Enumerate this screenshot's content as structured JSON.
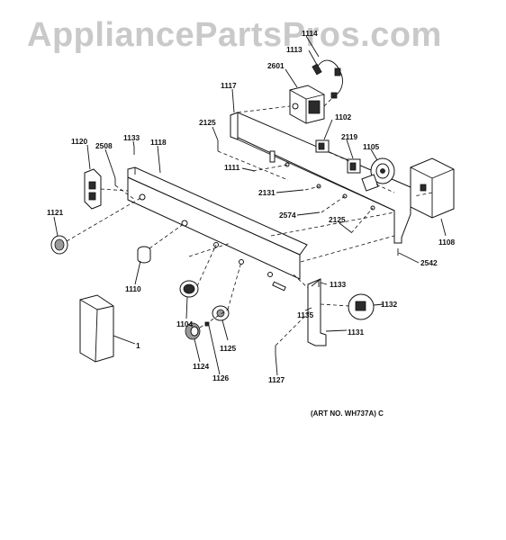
{
  "watermark": "AppliancePartsPros.com",
  "art_number": "(ART NO. WH737A) C",
  "part_labels": {
    "p1114": "1114",
    "p1113": "1113",
    "p2601": "2601",
    "p1117": "1117",
    "p1102": "1102",
    "p2125a": "2125",
    "p2119": "2119",
    "p1105": "1105",
    "p1120": "1120",
    "p2508": "2508",
    "p1133a": "1133",
    "p1118": "1118",
    "p1111": "1111",
    "p2131": "2131",
    "p2574": "2574",
    "p2125b": "2125",
    "p1108": "1108",
    "p1121": "1121",
    "p2542": "2542",
    "p1110": "1110",
    "p1133b": "1133",
    "p1132": "1132",
    "p1104": "1104",
    "p1135": "1135",
    "p1125": "1125",
    "p1131": "1131",
    "p1": "1",
    "p1124": "1124",
    "p1126": "1126",
    "p1127": "1127"
  }
}
